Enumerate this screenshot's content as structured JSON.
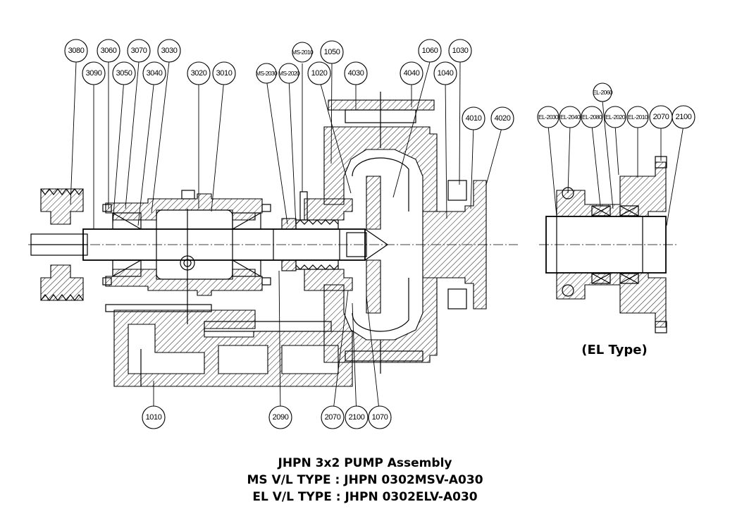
{
  "captions": {
    "title": "JHPN 3x2 PUMP Assembly",
    "ms_type": "MS V/L TYPE : JHPN 0302MSV-A030",
    "el_type": "EL V/L TYPE : JHPN 0302ELV-A030",
    "el_view_label": "(EL Type)"
  },
  "callouts": [
    {
      "id": "c3080",
      "label": "3080",
      "size": "normal"
    },
    {
      "id": "c3060",
      "label": "3060",
      "size": "normal"
    },
    {
      "id": "c3070a",
      "label": "3070",
      "size": "normal"
    },
    {
      "id": "c3030",
      "label": "3030",
      "size": "normal"
    },
    {
      "id": "c3090",
      "label": "3090",
      "size": "normal"
    },
    {
      "id": "c3050",
      "label": "3050",
      "size": "normal"
    },
    {
      "id": "c3040",
      "label": "3040",
      "size": "normal"
    },
    {
      "id": "c3020",
      "label": "3020",
      "size": "normal"
    },
    {
      "id": "c3010",
      "label": "3010",
      "size": "normal"
    },
    {
      "id": "cms2010",
      "label": "MS-2010",
      "size": "small"
    },
    {
      "id": "c1050",
      "label": "1050",
      "size": "normal"
    },
    {
      "id": "cms2030",
      "label": "MS-2030",
      "size": "small"
    },
    {
      "id": "cms2020",
      "label": "MS-2020",
      "size": "small"
    },
    {
      "id": "c1020",
      "label": "1020",
      "size": "normal"
    },
    {
      "id": "c4030",
      "label": "4030",
      "size": "normal"
    },
    {
      "id": "c4040",
      "label": "4040",
      "size": "normal"
    },
    {
      "id": "c1060",
      "label": "1060",
      "size": "normal"
    },
    {
      "id": "c1030",
      "label": "1030",
      "size": "normal"
    },
    {
      "id": "c1040",
      "label": "1040",
      "size": "normal"
    },
    {
      "id": "c4010",
      "label": "4010",
      "size": "normal"
    },
    {
      "id": "c4020",
      "label": "4020",
      "size": "normal"
    },
    {
      "id": "cel2060",
      "label": "EL-2060",
      "size": "small"
    },
    {
      "id": "cel2030",
      "label": "EL-2030",
      "size": "small"
    },
    {
      "id": "cel2040",
      "label": "EL-2040",
      "size": "small"
    },
    {
      "id": "cel2080",
      "label": "EL-2080",
      "size": "small"
    },
    {
      "id": "cel2020",
      "label": "EL-2020",
      "size": "small"
    },
    {
      "id": "cel2010",
      "label": "EL-2010",
      "size": "small"
    },
    {
      "id": "c2070a",
      "label": "2070",
      "size": "normal"
    },
    {
      "id": "c2100a",
      "label": "2100",
      "size": "normal"
    },
    {
      "id": "c1010",
      "label": "1010",
      "size": "normal"
    },
    {
      "id": "c2090",
      "label": "2090",
      "size": "normal"
    },
    {
      "id": "c2070b",
      "label": "2070",
      "size": "normal"
    },
    {
      "id": "c2100b",
      "label": "2100",
      "size": "normal"
    },
    {
      "id": "c1070",
      "label": "1070",
      "size": "normal"
    }
  ]
}
